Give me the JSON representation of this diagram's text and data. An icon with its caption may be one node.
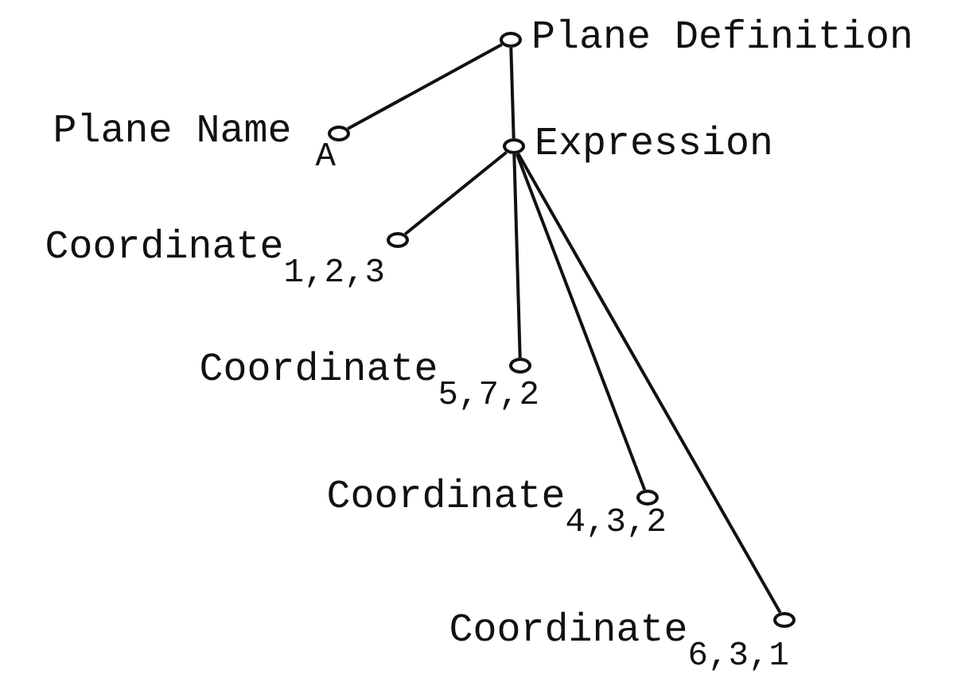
{
  "diagram": {
    "nodes": [
      {
        "text": [],
        "shape": "circle",
        "beside": [
          "Plane Definition"
        ]
      },
      {
        "text": [],
        "shape": "circle",
        "beside": [
          "Plane Name $_{A}$"
        ]
      },
      {
        "text": [],
        "shape": "circle",
        "beside": [
          "Expression"
        ]
      },
      {
        "text": [],
        "shape": "circle",
        "beside": [
          "Coordinate$_{1,2,3}$"
        ]
      },
      {
        "text": [],
        "shape": "circle",
        "beside": [
          "Coordinate$_{5,7,2}$"
        ]
      },
      {
        "text": [],
        "shape": "circle",
        "beside": [
          "Coordinate$_{4,3,2}$"
        ]
      },
      {
        "text": [],
        "shape": "circle",
        "beside": [
          "Coordinate$_{6,3,1}$"
        ]
      }
    ],
    "edges": [
      {
        "from": 0,
        "to": 1,
        "arrow": "none"
      },
      {
        "from": 0,
        "to": 2,
        "arrow": "none"
      },
      {
        "from": 2,
        "to": 3,
        "arrow": "none"
      },
      {
        "from": 2,
        "to": 4,
        "arrow": "none"
      },
      {
        "from": 2,
        "to": 5,
        "arrow": "none"
      },
      {
        "from": 2,
        "to": 6,
        "arrow": "none"
      }
    ]
  }
}
